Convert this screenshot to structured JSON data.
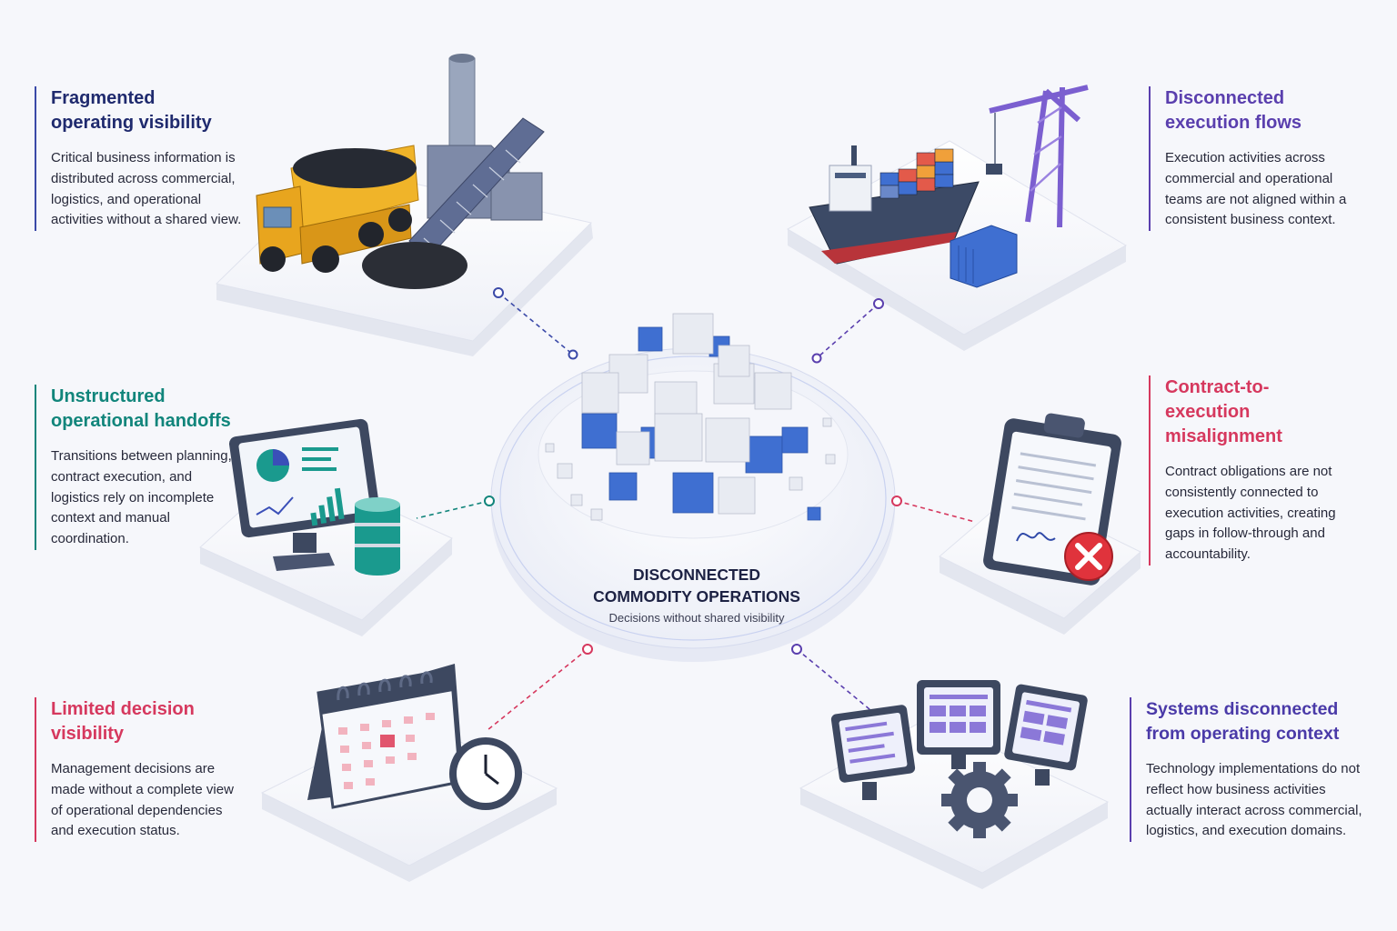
{
  "center": {
    "title_line1": "DISCONNECTED",
    "title_line2": "COMMODITY OPERATIONS",
    "subtitle": "Decisions without shared visibility"
  },
  "topics": [
    {
      "title_lines": [
        "Fragmented",
        "operating visibility"
      ],
      "description": "Critical business information is distributed across commercial, logistics, and operational activities without a shared view.",
      "accent": "#3b4aa8",
      "icon": "mining-truck-icon"
    },
    {
      "title_lines": [
        "Disconnected",
        "execution flows"
      ],
      "description": "Execution activities across commercial and operational teams are not aligned within a consistent business context.",
      "accent": "#5a3fae",
      "icon": "cargo-ship-crane-icon"
    },
    {
      "title_lines": [
        "Unstructured",
        "operational handoffs"
      ],
      "description": "Transitions between planning, contract execution, and logistics rely on incomplete context and manual coordination.",
      "accent": "#11857b",
      "icon": "monitor-database-icon"
    },
    {
      "title_lines": [
        "Contract-to-",
        "execution",
        "misalignment"
      ],
      "description": "Contract obligations are not consistently connected to execution activities, creating gaps in follow-through and accountability.",
      "accent": "#d6385e",
      "icon": "clipboard-error-icon"
    },
    {
      "title_lines": [
        "Limited decision",
        "visibility"
      ],
      "description": "Management decisions are made without a complete view of operational dependencies and execution status.",
      "accent": "#d6385e",
      "icon": "calendar-clock-icon"
    },
    {
      "title_lines": [
        "Systems disconnected",
        "from operating context"
      ],
      "description": "Technology implementations do not reflect how business activities actually interact across commercial, logistics, and execution domains.",
      "accent": "#5a3fae",
      "icon": "monitors-gear-icon"
    }
  ]
}
